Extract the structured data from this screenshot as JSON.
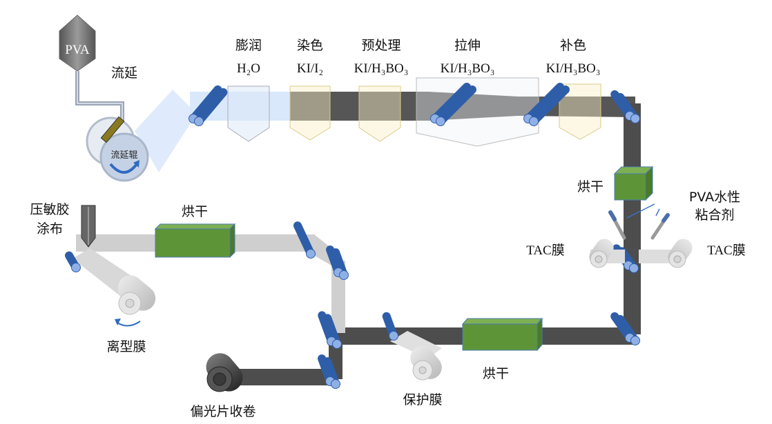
{
  "title": "",
  "hopper": {
    "label": "PVA"
  },
  "casting": {
    "label": "流延",
    "roll_label": "流延辊"
  },
  "stages": [
    {
      "name": "膨润",
      "chem": "H₂O"
    },
    {
      "name": "染色",
      "chem": "KI/I₂"
    },
    {
      "name": "预处理",
      "chem": "KI/H₃BO₃"
    },
    {
      "name": "拉伸",
      "chem": "KI/H₃BO₃"
    },
    {
      "name": "补色",
      "chem": "KI/H₃BO₃"
    }
  ],
  "dryers": {
    "first": "烘干",
    "second": "烘干",
    "third": "烘干"
  },
  "adhesive": {
    "line1": "PVA水性",
    "line2": "粘合剂"
  },
  "tac": {
    "left": "TAC膜",
    "right": "TAC膜"
  },
  "psa": {
    "line1": "压敏胶",
    "line2": "涂布"
  },
  "release_film": "离型膜",
  "protective_film": "保护膜",
  "winding": "偏光片收卷",
  "colors": {
    "roller": "#2f5ea8",
    "roller_end": "#8fb0e6",
    "film_dark": "#4d4d4d",
    "film_light": "#d9e8fb",
    "film_gray": "#cfcfcf",
    "dryer": "#5e9438",
    "tank_yellow": "#fbf5dc"
  }
}
